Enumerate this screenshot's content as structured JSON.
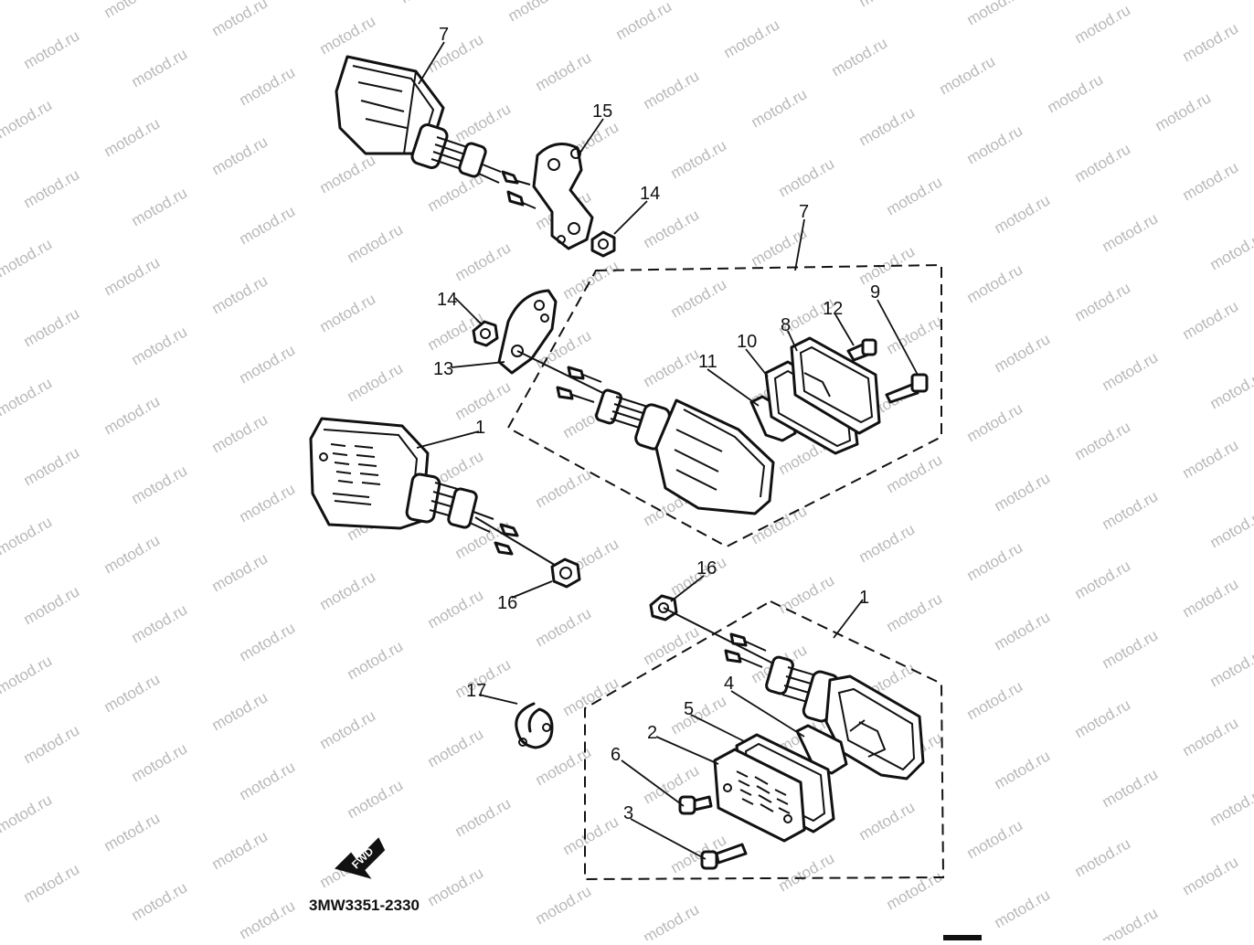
{
  "diagram": {
    "drawing_code": "3MW3351-2330",
    "fwd_label": "FWD",
    "watermark_text": "motod.ru",
    "callouts": [
      {
        "id": "c7a",
        "text": "7"
      },
      {
        "id": "c15",
        "text": "15"
      },
      {
        "id": "c14a",
        "text": "14"
      },
      {
        "id": "c7b",
        "text": "7"
      },
      {
        "id": "c14b",
        "text": "14"
      },
      {
        "id": "c13",
        "text": "13"
      },
      {
        "id": "c12",
        "text": "12"
      },
      {
        "id": "c9",
        "text": "9"
      },
      {
        "id": "c8",
        "text": "8"
      },
      {
        "id": "c10",
        "text": "10"
      },
      {
        "id": "c11",
        "text": "11"
      },
      {
        "id": "c1a",
        "text": "1"
      },
      {
        "id": "c16a",
        "text": "16"
      },
      {
        "id": "c16b",
        "text": "16"
      },
      {
        "id": "c1b",
        "text": "1"
      },
      {
        "id": "c17",
        "text": "17"
      },
      {
        "id": "c4",
        "text": "4"
      },
      {
        "id": "c5",
        "text": "5"
      },
      {
        "id": "c2",
        "text": "2"
      },
      {
        "id": "c6",
        "text": "6"
      },
      {
        "id": "c3",
        "text": "3"
      }
    ]
  }
}
